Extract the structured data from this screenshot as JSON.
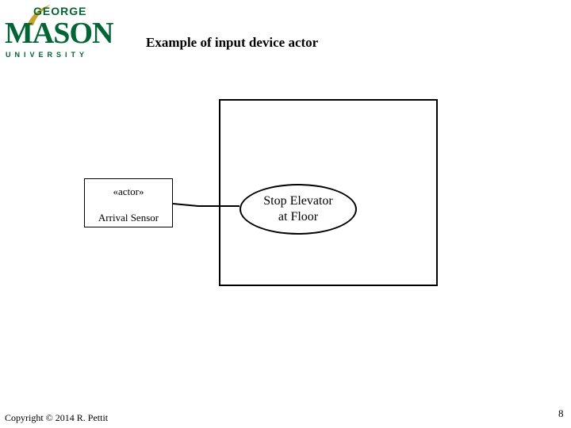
{
  "logo": {
    "top_text": "GEORGE",
    "main_text": "MASON",
    "bottom_text": "UNIVERSITY",
    "color": "#006633",
    "accent_color": "#c9a227"
  },
  "slide": {
    "title": "Example of input device actor",
    "page_number": "8",
    "copyright": "Copyright © 2014 R. Pettit"
  },
  "diagram": {
    "actor": {
      "stereotype": "«actor»",
      "name": "Arrival Sensor"
    },
    "use_case": {
      "line1": "Stop Elevator",
      "line2": "at Floor"
    }
  }
}
